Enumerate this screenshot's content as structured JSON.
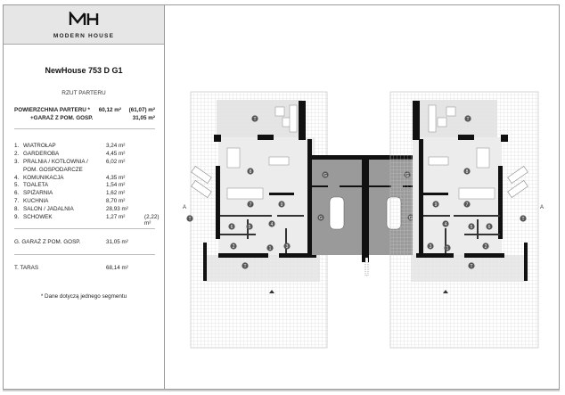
{
  "brand": {
    "logo_mark": "MH",
    "logo_text": "MODERN HOUSE"
  },
  "project": {
    "title": "NewHouse 753 D G1",
    "subtitle": "RZUT PARTERU"
  },
  "summary": {
    "floor_area_label": "POWIERZCHNIA PARTERU *",
    "floor_area_value": "60,12 m²",
    "floor_area_alt": "(61,07) m²",
    "garage_label": "+GARAŻ Z POM. GOSP.",
    "garage_value": "31,05 m²"
  },
  "rooms": [
    {
      "num": "1.",
      "name": "WIATROŁAP",
      "area": "3,24 m²",
      "extra": ""
    },
    {
      "num": "2.",
      "name": "GARDEROBA",
      "area": "4,45 m²",
      "extra": ""
    },
    {
      "num": "3.",
      "name": "PRALNIA / KOTŁOWNIA /",
      "area": "6,02 m²",
      "extra": ""
    },
    {
      "num": "",
      "name": "POM. GOSPODARCZE",
      "area": "",
      "extra": ""
    },
    {
      "num": "4.",
      "name": "KOMUNIKACJA",
      "area": "4,35 m²",
      "extra": ""
    },
    {
      "num": "5.",
      "name": "TOALETA",
      "area": "1,54 m²",
      "extra": ""
    },
    {
      "num": "6.",
      "name": "SPIŻARNIA",
      "area": "1,62 m²",
      "extra": ""
    },
    {
      "num": "7.",
      "name": "KUCHNIA",
      "area": "8,70 m²",
      "extra": ""
    },
    {
      "num": "8.",
      "name": "SALON / JADALNIA",
      "area": "28,93 m²",
      "extra": ""
    },
    {
      "num": "9.",
      "name": "SCHOWEK",
      "area": "1,27 m²",
      "extra": "(2,22) m²"
    }
  ],
  "garage": {
    "name": "G.  GARAŻ Z POM. GOSP.",
    "area": "31,05 m²"
  },
  "terrace": {
    "name": "T.  TARAS",
    "area": "68,14 m²"
  },
  "footnote": "* Dane dotyczą jednego segmentu",
  "plan": {
    "section_mark_left": "A",
    "section_mark_right": "A",
    "room_markers": [
      "1",
      "2",
      "3",
      "4",
      "5",
      "6",
      "7",
      "8",
      "9",
      "G",
      "T"
    ],
    "colors": {
      "wall": "#111111",
      "garage_fill": "#9a9a9a",
      "terrace_grid": "#c8c8c8",
      "interior_fill": "#e9e9e9",
      "frame_border": "#9a9a9a",
      "logo_band": "#e6e6e6"
    }
  }
}
